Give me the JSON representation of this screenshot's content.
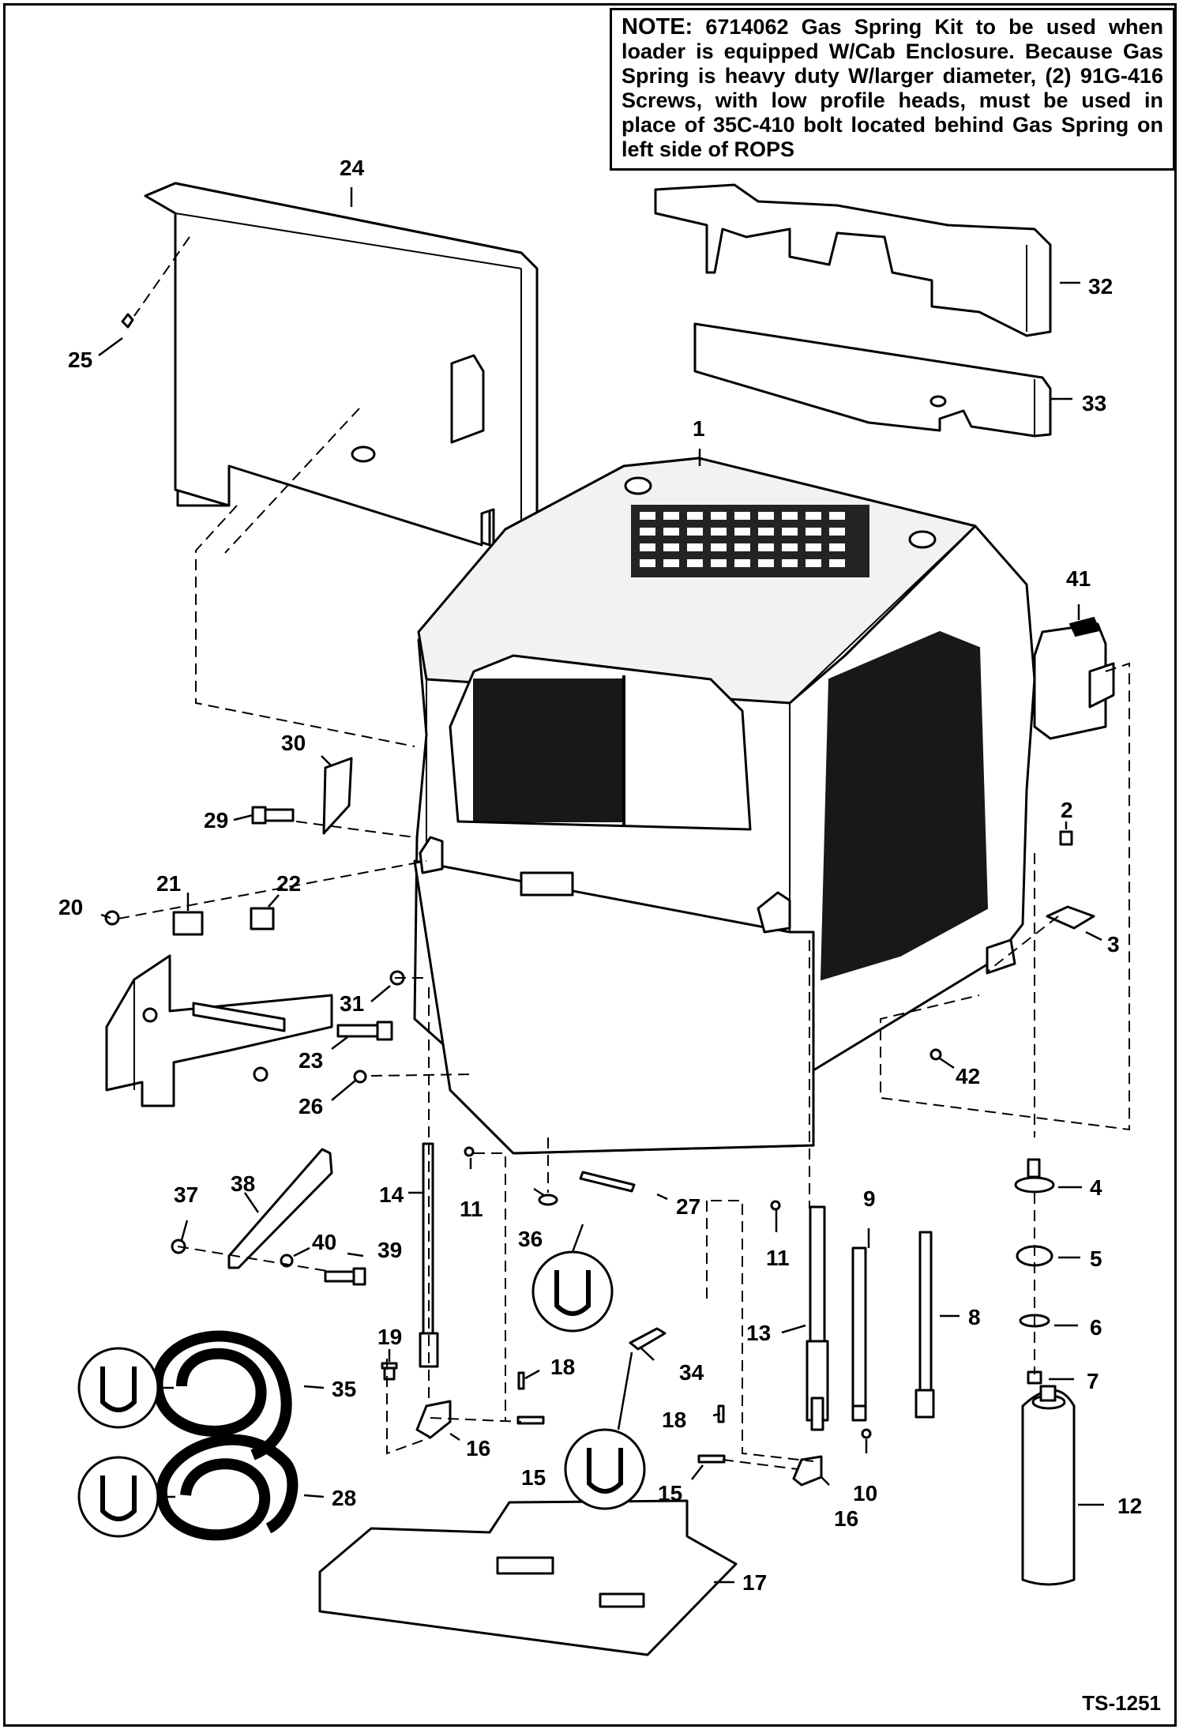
{
  "note": {
    "label": "NOTE:",
    "text": "6714062 Gas Spring Kit to be used when loader is equipped W/Cab Enclosure. Because Gas Spring is heavy duty W/larger diameter, (2) 91G-416 Screws, with low profile heads, must be used in place of 35C-410 bolt located behind Gas Spring on left side of ROPS"
  },
  "reference_code": "TS-1251",
  "callouts": [
    "1",
    "2",
    "3",
    "4",
    "5",
    "6",
    "7",
    "8",
    "9",
    "10",
    "11",
    "11",
    "12",
    "13",
    "14",
    "15",
    "15",
    "16",
    "16",
    "17",
    "18",
    "18",
    "19",
    "20",
    "21",
    "22",
    "23",
    "24",
    "25",
    "26",
    "27",
    "28",
    "29",
    "30",
    "31",
    "32",
    "33",
    "34",
    "35",
    "36",
    "37",
    "38",
    "39",
    "40",
    "41",
    "42"
  ],
  "icons": [
    "cab-rops-frame",
    "gas-spring",
    "spray-can",
    "edge-trim-seal",
    "edge-trim-symbol"
  ]
}
